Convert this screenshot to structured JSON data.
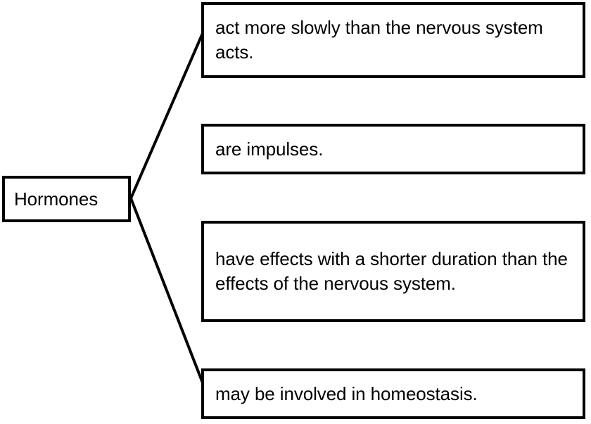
{
  "diagram": {
    "type": "concept-map",
    "title_node": {
      "id": "hormones",
      "label": "Hormones"
    },
    "branches": [
      {
        "id": "branch-0",
        "label": "act more slowly than the nervous system acts.",
        "connector": "line-to-branch-0"
      },
      {
        "id": "branch-1",
        "label": "are impulses.",
        "connector": "none"
      },
      {
        "id": "branch-2",
        "label": "have effects with a shorter duration than the effects of the nervous system.",
        "connector": "none"
      },
      {
        "id": "branch-3",
        "label": "may be involved in homeostasis.",
        "connector": "line-to-branch-3"
      }
    ],
    "style": {
      "background_color": "#ffffff",
      "border_color": "#000000",
      "text_color": "#000000",
      "connector_color": "#000000"
    }
  }
}
